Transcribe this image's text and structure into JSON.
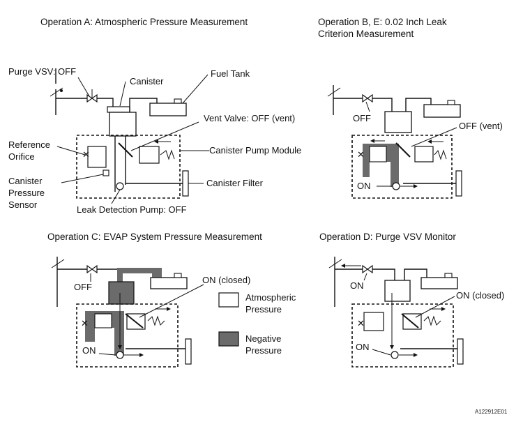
{
  "panels": {
    "a": {
      "title": "Operation A: Atmospheric Pressure Measurement",
      "labels": {
        "purge_vsv": "Purge VSV: OFF",
        "canister": "Canister",
        "fuel_tank": "Fuel Tank",
        "vent_valve": "Vent Valve: OFF (vent)",
        "reference_1": "Reference",
        "reference_2": "Orifice",
        "canister_pump_module": "Canister Pump Module",
        "sensor_1": "Canister",
        "sensor_2": "Pressure",
        "sensor_3": "Sensor",
        "canister_filter": "Canister Filter",
        "leak_pump": "Leak Detection Pump: OFF"
      }
    },
    "b": {
      "title_1": "Operation B, E: 0.02 Inch Leak",
      "title_2": "Criterion Measurement",
      "labels": {
        "vsv": "OFF",
        "vent": "OFF (vent)",
        "pump": "ON"
      }
    },
    "c": {
      "title": "Operation C: EVAP System Pressure Measurement",
      "labels": {
        "vsv": "OFF",
        "vent": "ON (closed)",
        "pump": "ON"
      }
    },
    "d": {
      "title": "Operation D: Purge VSV Monitor",
      "labels": {
        "vsv": "ON",
        "vent": "ON (closed)",
        "pump": "ON"
      }
    }
  },
  "legend": {
    "atmospheric_1": "Atmospheric",
    "atmospheric_2": "Pressure",
    "negative_1": "Negative",
    "negative_2": "Pressure",
    "atmospheric_color": "#ffffff",
    "negative_color": "#6b6b6b"
  },
  "figure_id": "A122912E01"
}
